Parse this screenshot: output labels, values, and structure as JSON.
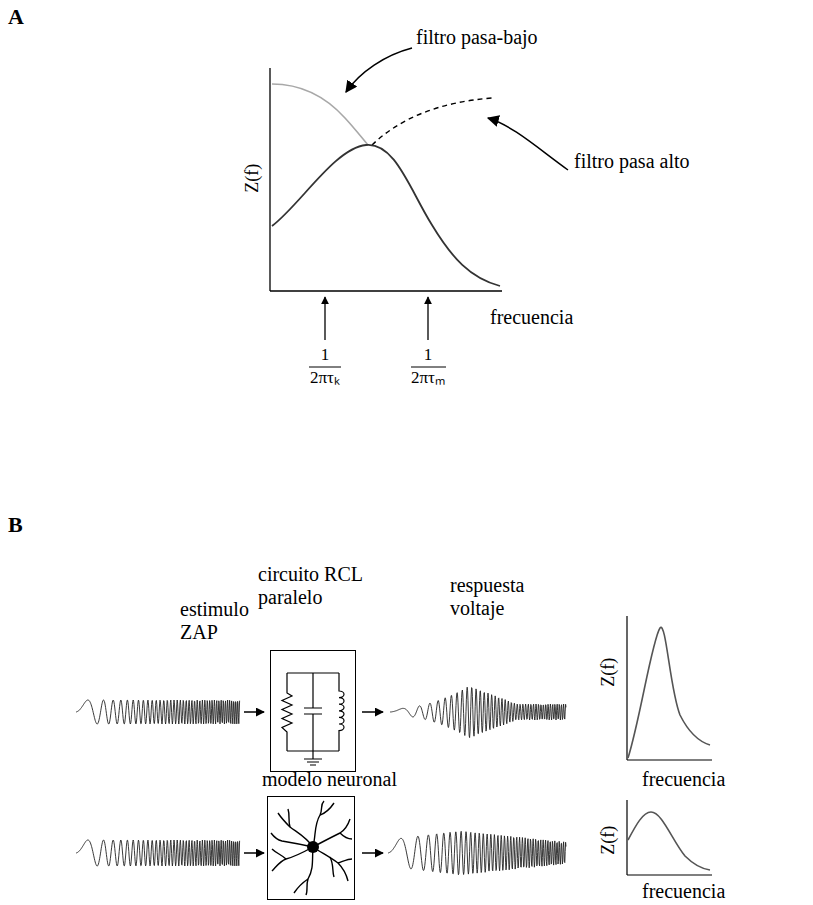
{
  "diagram": {
    "nodes": [
      {
        "text": [
          "circuito RCL paralelo"
        ]
      },
      {
        "text": [
          "modelo neuronal"
        ]
      }
    ],
    "labels": [
      "A",
      "filtro pasa-bajo",
      "filtro pasa alto",
      "Z(f)",
      "1",
      "2πτₖ",
      "1",
      "2πτₘ",
      "frecuencia",
      "B",
      "estimulo ZAP",
      "respuesta voltaje",
      "Z(f)",
      "frecuencia",
      "Z(f)",
      "frecuencia"
    ]
  }
}
